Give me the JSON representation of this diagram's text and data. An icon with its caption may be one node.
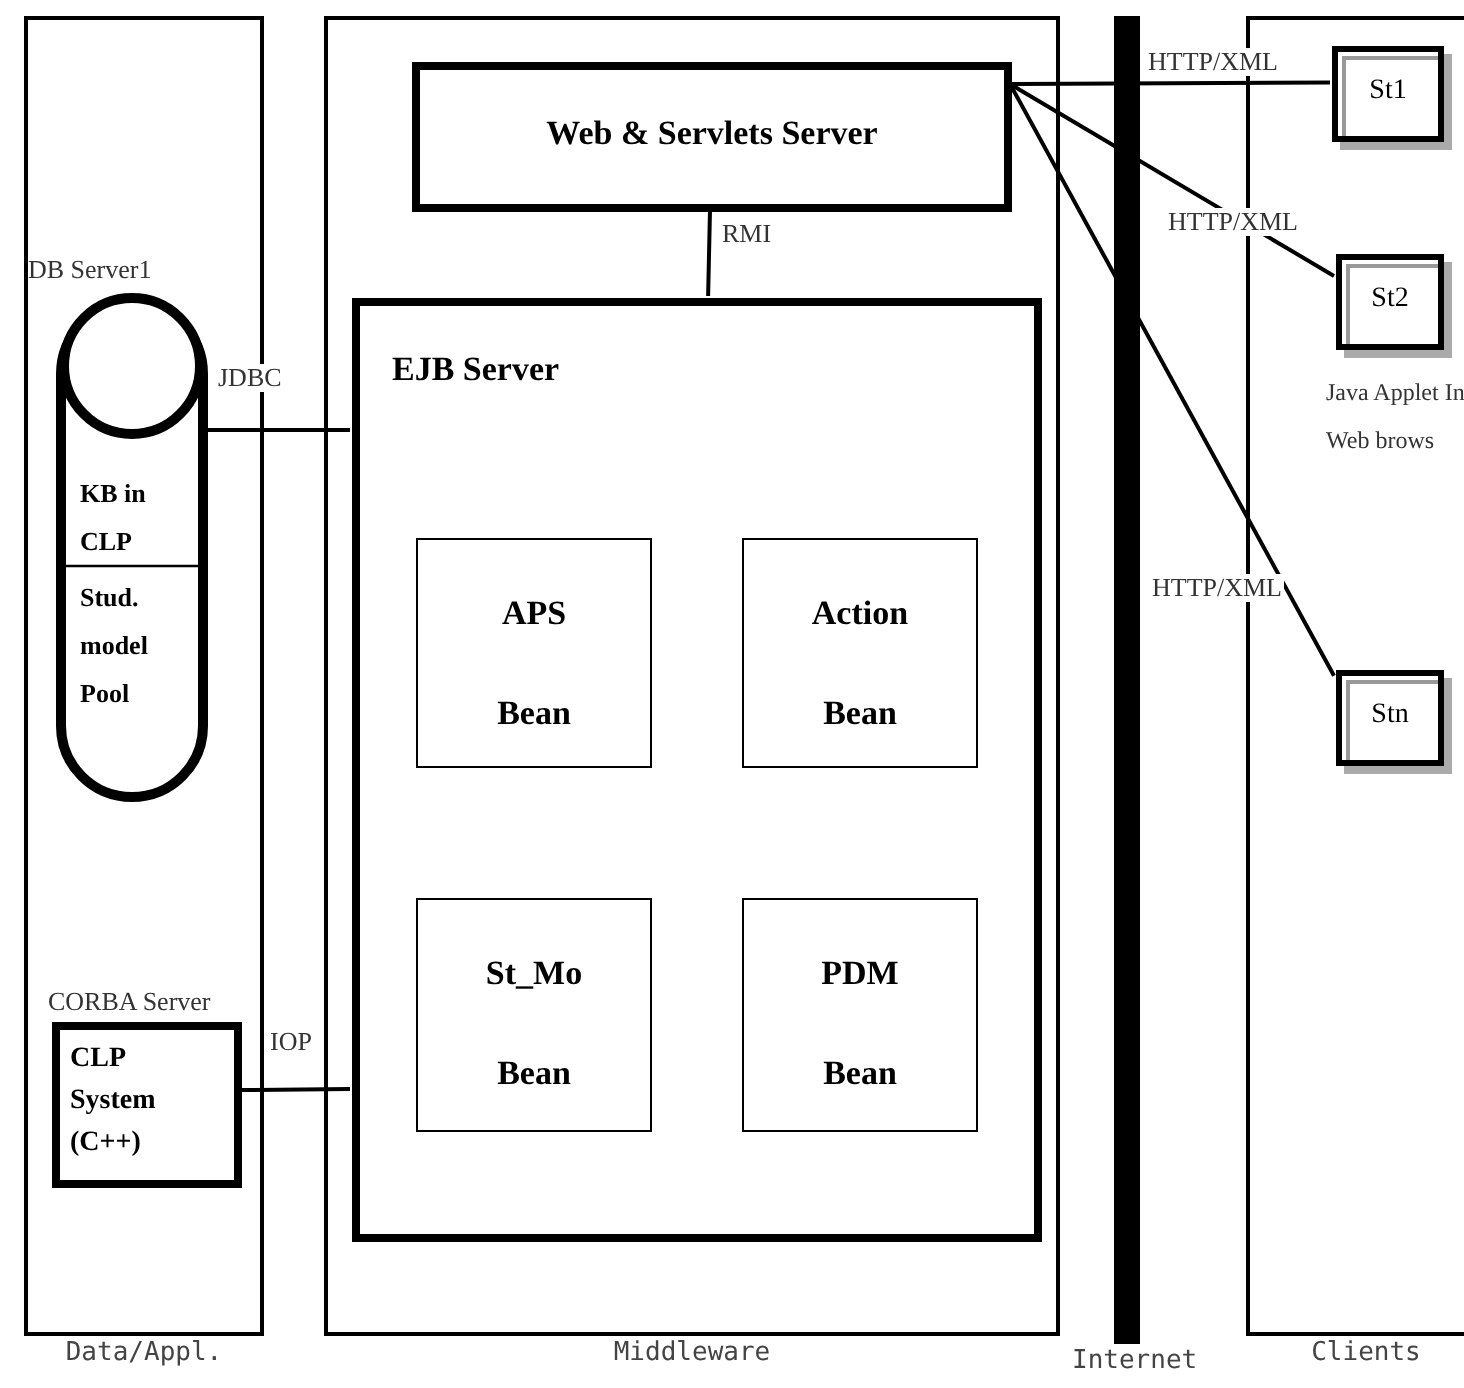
{
  "diagram": {
    "nodes": [
      {
        "text": [
          "Data/Appl."
        ]
      },
      {
        "text": [
          "DB Server1",
          "KB in CLP",
          "Stud. model Pool"
        ],
        "in": 0
      },
      {
        "text": [
          "CORBA Server",
          "CLP System (C++)"
        ],
        "in": 0
      },
      {
        "text": [
          "Middleware"
        ]
      },
      {
        "text": [
          "Web & Servlets Server"
        ],
        "in": 3
      },
      {
        "text": [
          "EJB Server"
        ],
        "in": 3
      },
      {
        "text": [
          "APS Bean"
        ],
        "in": 5
      },
      {
        "text": [
          "Action Bean"
        ],
        "in": 5
      },
      {
        "text": [
          "St_Mo Bean"
        ],
        "in": 5
      },
      {
        "text": [
          "PDM Bean"
        ],
        "in": 5
      },
      {
        "text": [
          "Clients"
        ]
      },
      {
        "text": [
          "St1"
        ],
        "in": 10
      },
      {
        "text": [
          "St2"
        ],
        "in": 10,
        "beside": [
          "Java Applet In Web brows"
        ]
      },
      {
        "text": [
          "Stn"
        ],
        "in": 10
      }
    ],
    "edges": [
      {
        "from": 4,
        "to": 5,
        "arrow": "none",
        "label": "RMI"
      },
      {
        "from": 1,
        "to": 5,
        "arrow": "none",
        "label": "JDBC"
      },
      {
        "from": 2,
        "to": 5,
        "arrow": "none",
        "label": "IOP"
      },
      {
        "from": 4,
        "to": 11,
        "arrow": "none",
        "label": "HTTP/XML"
      },
      {
        "from": 4,
        "to": 12,
        "arrow": "none",
        "label": "HTTP/XML"
      },
      {
        "from": 4,
        "to": 13,
        "arrow": "none",
        "label": "HTTP/XML"
      }
    ],
    "labels": [
      "Internet"
    ]
  }
}
